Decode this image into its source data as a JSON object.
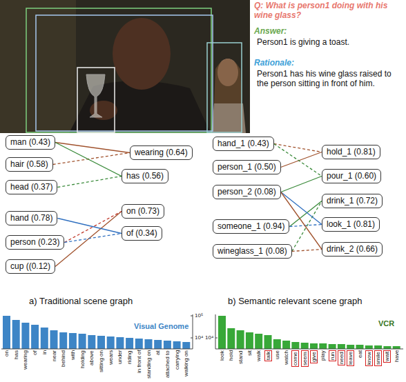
{
  "diagram": {
    "nodes": [
      {
        "text": [
          "man (0.43)"
        ]
      },
      {
        "text": [
          "hair (0.58)"
        ]
      },
      {
        "text": [
          "head (0.37)"
        ]
      },
      {
        "text": [
          "hand (0.78)"
        ]
      },
      {
        "text": [
          "person (0.23)"
        ]
      },
      {
        "text": [
          "cup ((0.12)"
        ]
      },
      {
        "text": [
          "wearing (0.64)"
        ]
      },
      {
        "text": [
          "has (0.56)"
        ]
      },
      {
        "text": [
          "on (0.73)"
        ]
      },
      {
        "text": [
          "of (0.34)"
        ]
      },
      {
        "text": [
          "hand_1 (0.43)"
        ]
      },
      {
        "text": [
          "person_1 (0.50)"
        ]
      },
      {
        "text": [
          "person_2 (0.08)"
        ]
      },
      {
        "text": [
          "someone_1 (0.94)"
        ]
      },
      {
        "text": [
          "wineglass_1 (0.08)"
        ]
      },
      {
        "text": [
          "hold_1 (0.81)"
        ]
      },
      {
        "text": [
          "pour_1 (0.60)"
        ]
      },
      {
        "text": [
          "drink_1 (0.72)"
        ]
      },
      {
        "text": [
          "look_1 (0.81)"
        ]
      },
      {
        "text": [
          "drink_2 (0.66)"
        ]
      }
    ],
    "edges": [
      {
        "from": 0,
        "to": 6,
        "arrow": "none"
      },
      {
        "from": 1,
        "to": 6,
        "arrow": "none"
      },
      {
        "from": 0,
        "to": 7,
        "arrow": "none"
      },
      {
        "from": 2,
        "to": 7,
        "arrow": "none"
      },
      {
        "from": 5,
        "to": 8,
        "arrow": "none"
      },
      {
        "from": 4,
        "to": 8,
        "arrow": "none"
      },
      {
        "from": 3,
        "to": 9,
        "arrow": "none"
      },
      {
        "from": 4,
        "to": 9,
        "arrow": "none"
      },
      {
        "from": 11,
        "to": 15,
        "arrow": "none"
      },
      {
        "from": 10,
        "to": 15,
        "arrow": "none"
      },
      {
        "from": 12,
        "to": 16,
        "arrow": "none"
      },
      {
        "from": 10,
        "to": 16,
        "arrow": "none"
      },
      {
        "from": 13,
        "to": 17,
        "arrow": "none"
      },
      {
        "from": 14,
        "to": 17,
        "arrow": "none"
      },
      {
        "from": 12,
        "to": 18,
        "arrow": "none"
      },
      {
        "from": 13,
        "to": 18,
        "arrow": "none"
      },
      {
        "from": 12,
        "to": 19,
        "arrow": "none"
      },
      {
        "from": 14,
        "to": 19,
        "arrow": "none"
      }
    ],
    "labels": [
      "Q: What is person1 doing with his wine glass?",
      "Answer:",
      "Person1 is giving a toast.",
      "Rationale:",
      "Person1 has his wine glass raised to the person sitting in front of him.",
      "a) Traditional scene graph",
      "b) Semantic relevant scene graph",
      "Visual Genome",
      "10⁵",
      "10⁴",
      "on",
      "has",
      "wearing",
      "of",
      "in",
      "near",
      "behind",
      "with",
      "holding",
      "above",
      "sitting on",
      "wears",
      "under",
      "riding",
      "in front of",
      "standing on",
      "at",
      "attached to",
      "carrying",
      "walking on",
      "VCR",
      "10⁴",
      "look",
      "hold",
      "stand",
      "sit",
      "walk",
      "talk",
      "use",
      "watch",
      "come",
      "seem",
      "give",
      "play",
      "run",
      "need",
      "leave",
      "eat",
      "know",
      "smile",
      "wait",
      "have"
    ]
  }
}
